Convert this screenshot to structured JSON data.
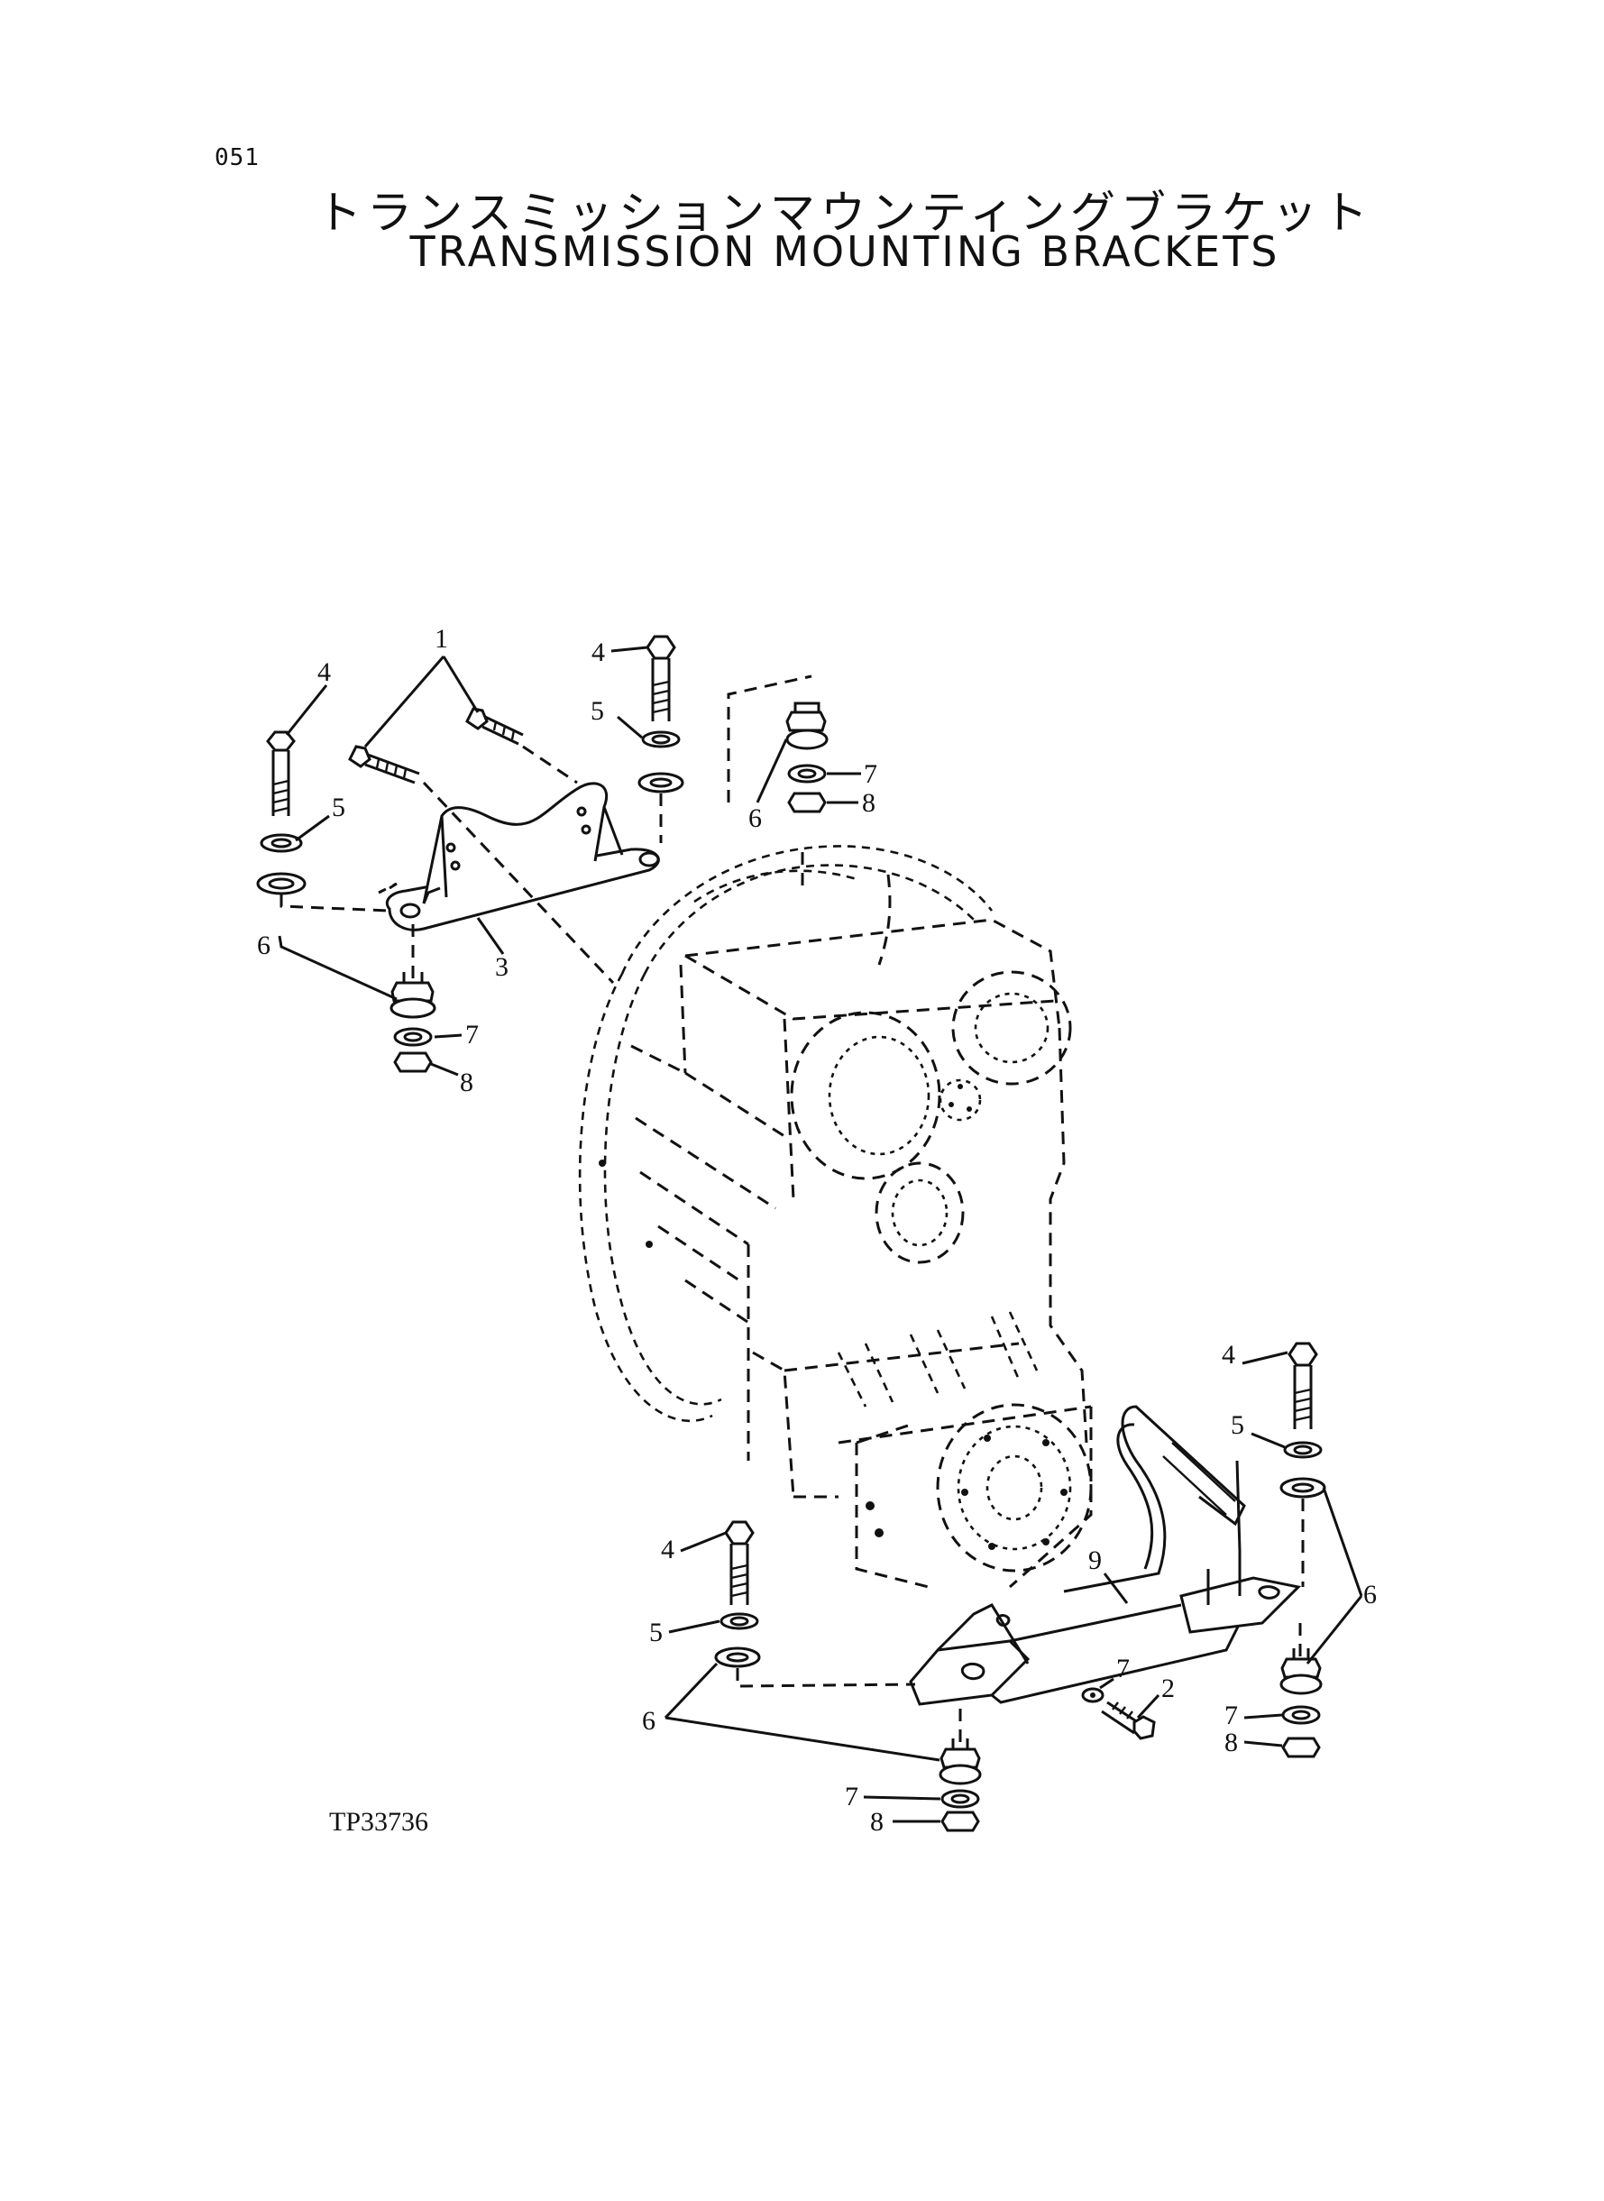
{
  "header": {
    "page_number": "051",
    "title_jp": "トランスミッションマウンティングブラケット",
    "title_en": "TRANSMISSION MOUNTING BRACKETS"
  },
  "figure_code": "TP33736",
  "callouts": [
    "1",
    "2",
    "3",
    "4",
    "5",
    "6",
    "7",
    "8",
    "9"
  ]
}
